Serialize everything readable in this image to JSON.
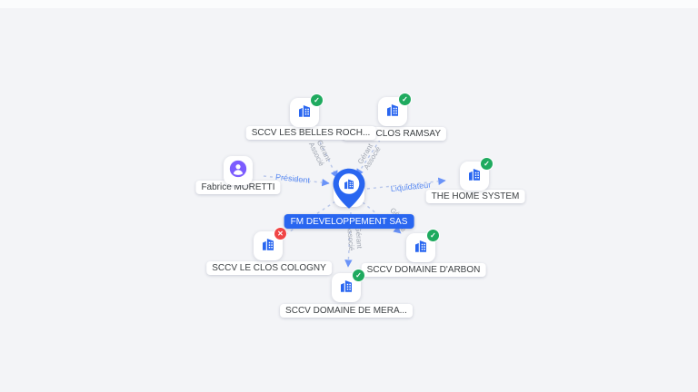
{
  "graph": {
    "center": {
      "label": "FM DEVELOPPEMENT SAS"
    },
    "nodes": {
      "belles_roches": {
        "label": "SCCV LES BELLES ROCH...",
        "type": "company",
        "badge": "check"
      },
      "clos_ramsay": {
        "label": "SCCV CLOS RAMSAY",
        "type": "company",
        "badge": "check"
      },
      "fabrice_moretti": {
        "label": "Fabrice MORETTI",
        "type": "person",
        "badge": "none"
      },
      "the_home_system": {
        "label": "THE HOME SYSTEM",
        "type": "company",
        "badge": "check"
      },
      "le_clos_cologny": {
        "label": "SCCV LE CLOS COLOGNY",
        "type": "company",
        "badge": "cross"
      },
      "domaine_arbon": {
        "label": "SCCV DOMAINE D'ARBON",
        "type": "company",
        "badge": "check"
      },
      "domaine_mera": {
        "label": "SCCV DOMAINE DE MERA...",
        "type": "company",
        "badge": "check"
      }
    },
    "roles": {
      "president": "Président",
      "liquidateur": "Liquidateur",
      "gerant": "Gérant",
      "associe": "Associé"
    },
    "badges": {
      "check": "✓",
      "cross": "✕"
    },
    "colors": {
      "accent_blue": "#2966f0",
      "check_green": "#1faa5f",
      "cross_red": "#f04545",
      "person_purple": "#7c5cff",
      "edge": "#b9c7ea",
      "edge_label_gray": "#a0a6b1",
      "edge_label_blue": "#5b8bf2",
      "background": "#f3f4f7"
    }
  }
}
